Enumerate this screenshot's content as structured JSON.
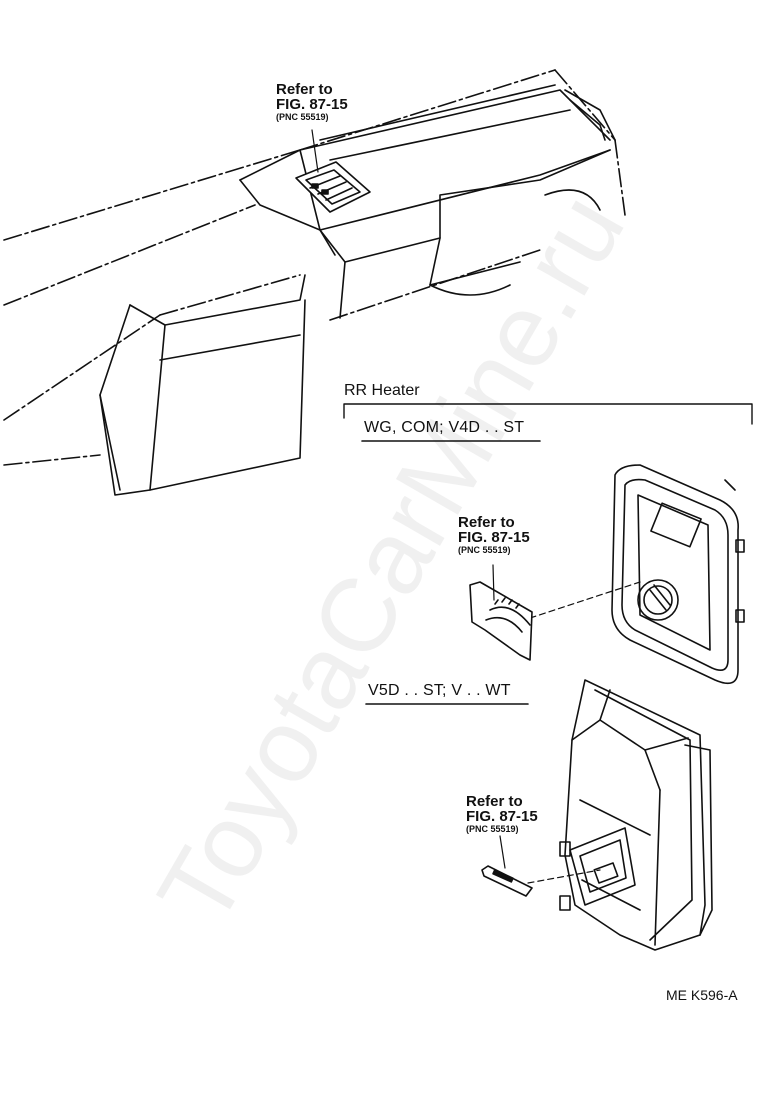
{
  "callouts": {
    "top": {
      "refer": "Refer to",
      "fig": "FIG. 87-15",
      "pnc": "(PNC 55519)"
    },
    "middle": {
      "refer": "Refer to",
      "fig": "FIG. 87-15",
      "pnc": "(PNC 55519)"
    },
    "bottom": {
      "refer": "Refer to",
      "fig": "FIG. 87-15",
      "pnc": "(PNC 55519)"
    }
  },
  "section_title": "RR  Heater",
  "variants": {
    "first": "WG, COM; V4D . . ST",
    "second": "V5D . . ST; V . . WT"
  },
  "diagram_code": "ME  K596-A",
  "watermark": "ToyotaCarMine.ru"
}
